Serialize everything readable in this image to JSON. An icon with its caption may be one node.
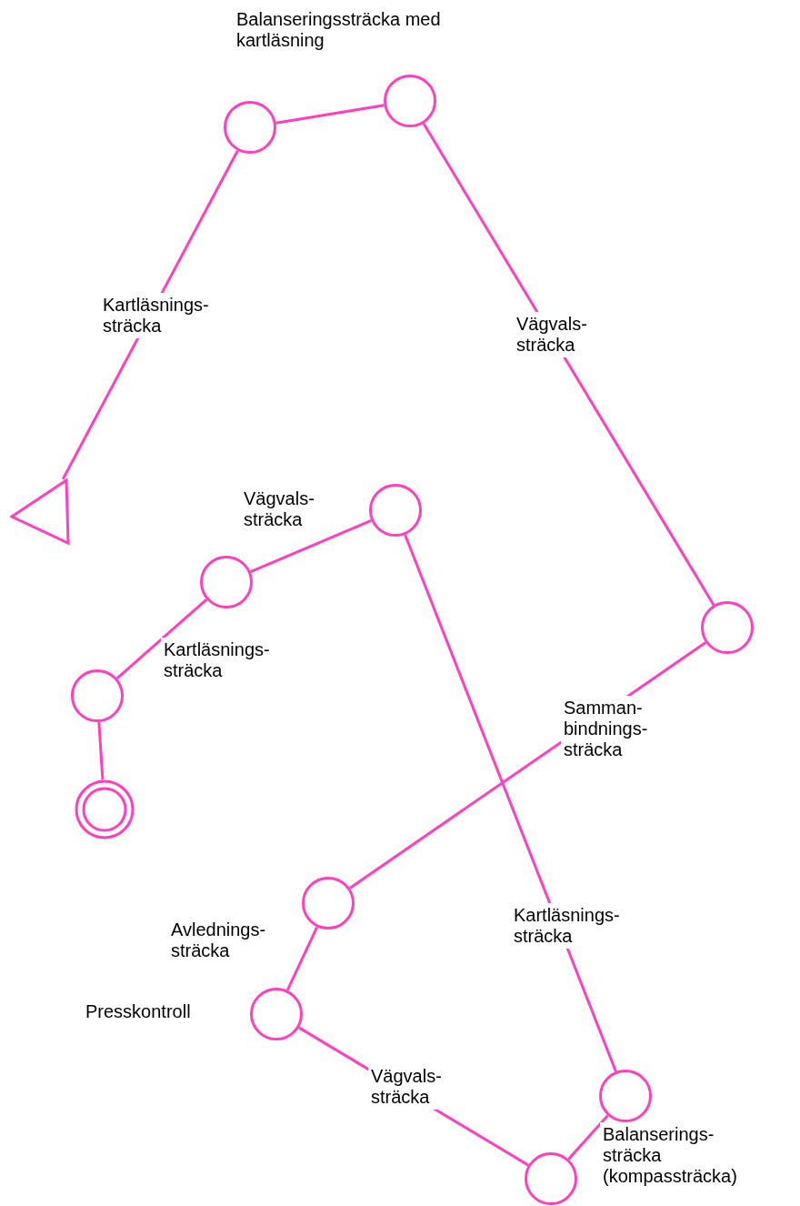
{
  "diagram": {
    "nodes": [
      {
        "text": [],
        "shape": "triangle"
      },
      {
        "text": [],
        "shape": "circle"
      },
      {
        "text": [],
        "shape": "circle"
      },
      {
        "text": [],
        "shape": "circle"
      },
      {
        "text": [],
        "shape": "circle"
      },
      {
        "text": [],
        "shape": "circle",
        "beside": [
          "Presskontroll"
        ]
      },
      {
        "text": [],
        "shape": "circle"
      },
      {
        "text": [],
        "shape": "circle"
      },
      {
        "text": [],
        "shape": "circle"
      },
      {
        "text": [],
        "shape": "circle"
      },
      {
        "text": [],
        "shape": "circle"
      },
      {
        "text": [],
        "shape": "double-circle"
      }
    ],
    "edges": [
      {
        "from": 0,
        "to": 1,
        "arrow": "none",
        "label": "Kartläsnings- sträcka"
      },
      {
        "from": 1,
        "to": 2,
        "arrow": "none",
        "label": "Balanseringssträcka med kartläsning"
      },
      {
        "from": 2,
        "to": 3,
        "arrow": "none",
        "label": "Vägvals- sträcka"
      },
      {
        "from": 3,
        "to": 4,
        "arrow": "none",
        "label": "Samman- bindnings- sträcka"
      },
      {
        "from": 4,
        "to": 5,
        "arrow": "none",
        "label": "Avlednings- sträcka"
      },
      {
        "from": 5,
        "to": 6,
        "arrow": "none",
        "label": "Vägvals- sträcka"
      },
      {
        "from": 6,
        "to": 7,
        "arrow": "none",
        "label": "Balanserings- sträcka (kompassträcka)"
      },
      {
        "from": 7,
        "to": 8,
        "arrow": "none",
        "label": "Kartläsnings- sträcka"
      },
      {
        "from": 8,
        "to": 9,
        "arrow": "none",
        "label": "Vägvals- sträcka"
      },
      {
        "from": 9,
        "to": 10,
        "arrow": "none",
        "label": "Kartläsnings- sträcka"
      },
      {
        "from": 10,
        "to": 11,
        "arrow": "none"
      }
    ]
  }
}
